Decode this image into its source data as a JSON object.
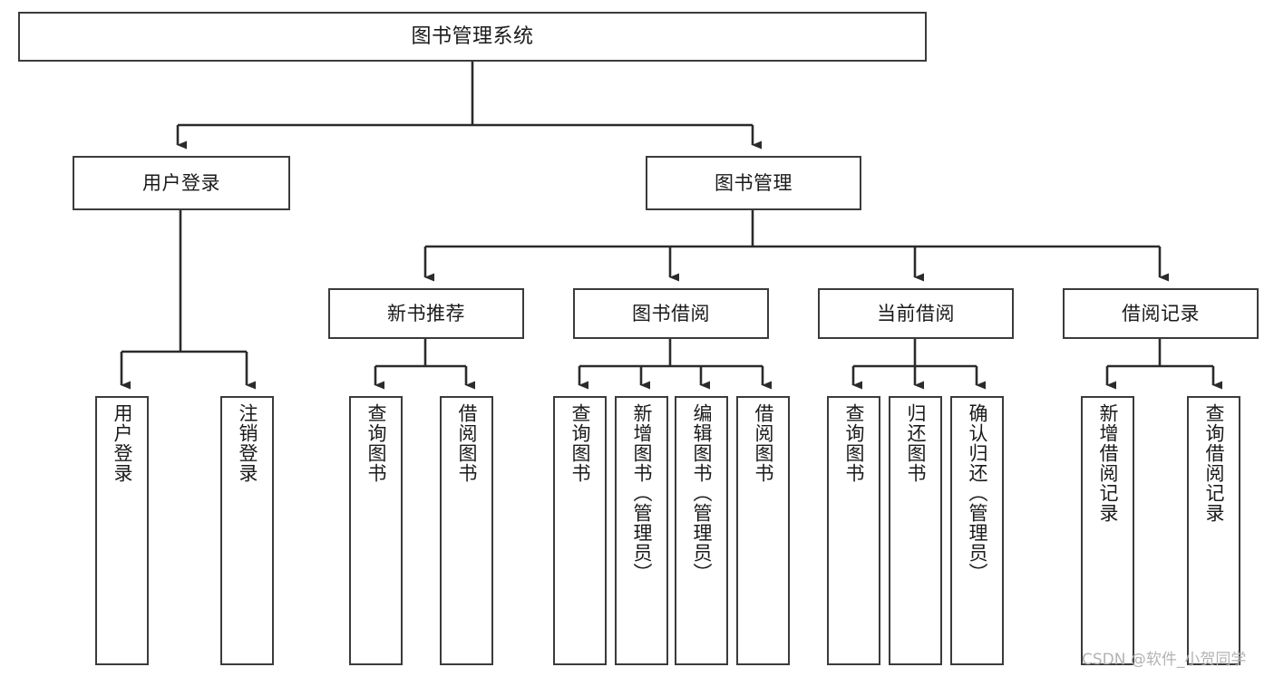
{
  "diagram": {
    "title": "图书管理系统",
    "watermark": "CSDN @软件_小贺同学",
    "colors": {
      "border": "#3b3b3b",
      "edge": "#2b2b2b",
      "background": "#ffffff",
      "text": "#1a1a1a",
      "watermark": "#b3b3b3"
    },
    "nodes": {
      "root": {
        "label": "图书管理系统"
      },
      "level2": [
        {
          "label": "用户登录"
        },
        {
          "label": "图书管理"
        }
      ],
      "level3": [
        {
          "label": "新书推荐"
        },
        {
          "label": "图书借阅"
        },
        {
          "label": "当前借阅"
        },
        {
          "label": "借阅记录"
        }
      ],
      "leaves": {
        "user_login": [
          {
            "label": "用户登录"
          },
          {
            "label": "注销登录"
          }
        ],
        "new_book": [
          {
            "label": "查询图书"
          },
          {
            "label": "借阅图书"
          }
        ],
        "book_borrow": [
          {
            "label": "查询图书"
          },
          {
            "label": "新增图书（管理员）"
          },
          {
            "label": "编辑图书（管理员）"
          },
          {
            "label": "借阅图书"
          }
        ],
        "current_borrow": [
          {
            "label": "查询图书"
          },
          {
            "label": "归还图书"
          },
          {
            "label": "确认归还（管理员）"
          }
        ],
        "borrow_record": [
          {
            "label": "新增借阅记录"
          },
          {
            "label": "查询借阅记录"
          }
        ]
      }
    }
  }
}
